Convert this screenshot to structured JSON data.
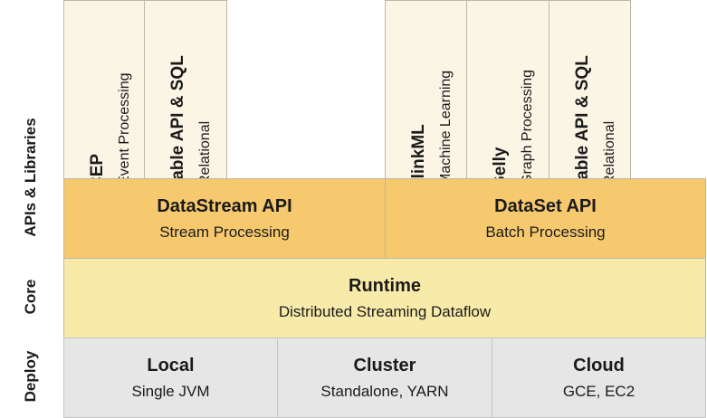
{
  "side_labels": {
    "apis": "APIs & Libraries",
    "core": "Core",
    "deploy": "Deploy"
  },
  "libraries": [
    {
      "title": "CEP",
      "subtitle": "Event Processing"
    },
    {
      "title": "Table API & SQL",
      "subtitle": "Relational"
    },
    {
      "title": "FlinkML",
      "subtitle": "Machine Learning"
    },
    {
      "title": "Gelly",
      "subtitle": "Graph Processing"
    },
    {
      "title": "Table API & SQL",
      "subtitle": "Relational"
    }
  ],
  "apis": {
    "datastream": {
      "title": "DataStream API",
      "subtitle": "Stream Processing"
    },
    "dataset": {
      "title": "DataSet API",
      "subtitle": "Batch Processing"
    }
  },
  "core": {
    "title": "Runtime",
    "subtitle": "Distributed Streaming Dataflow"
  },
  "deploy": [
    {
      "title": "Local",
      "subtitle": "Single JVM"
    },
    {
      "title": "Cluster",
      "subtitle": "Standalone, YARN"
    },
    {
      "title": "Cloud",
      "subtitle": "GCE, EC2"
    }
  ],
  "colors": {
    "library_bg": "#fbf5e6",
    "api_bg": "#f7c96e",
    "core_bg": "#f8eaa8",
    "deploy_bg": "#e6e6e6"
  }
}
